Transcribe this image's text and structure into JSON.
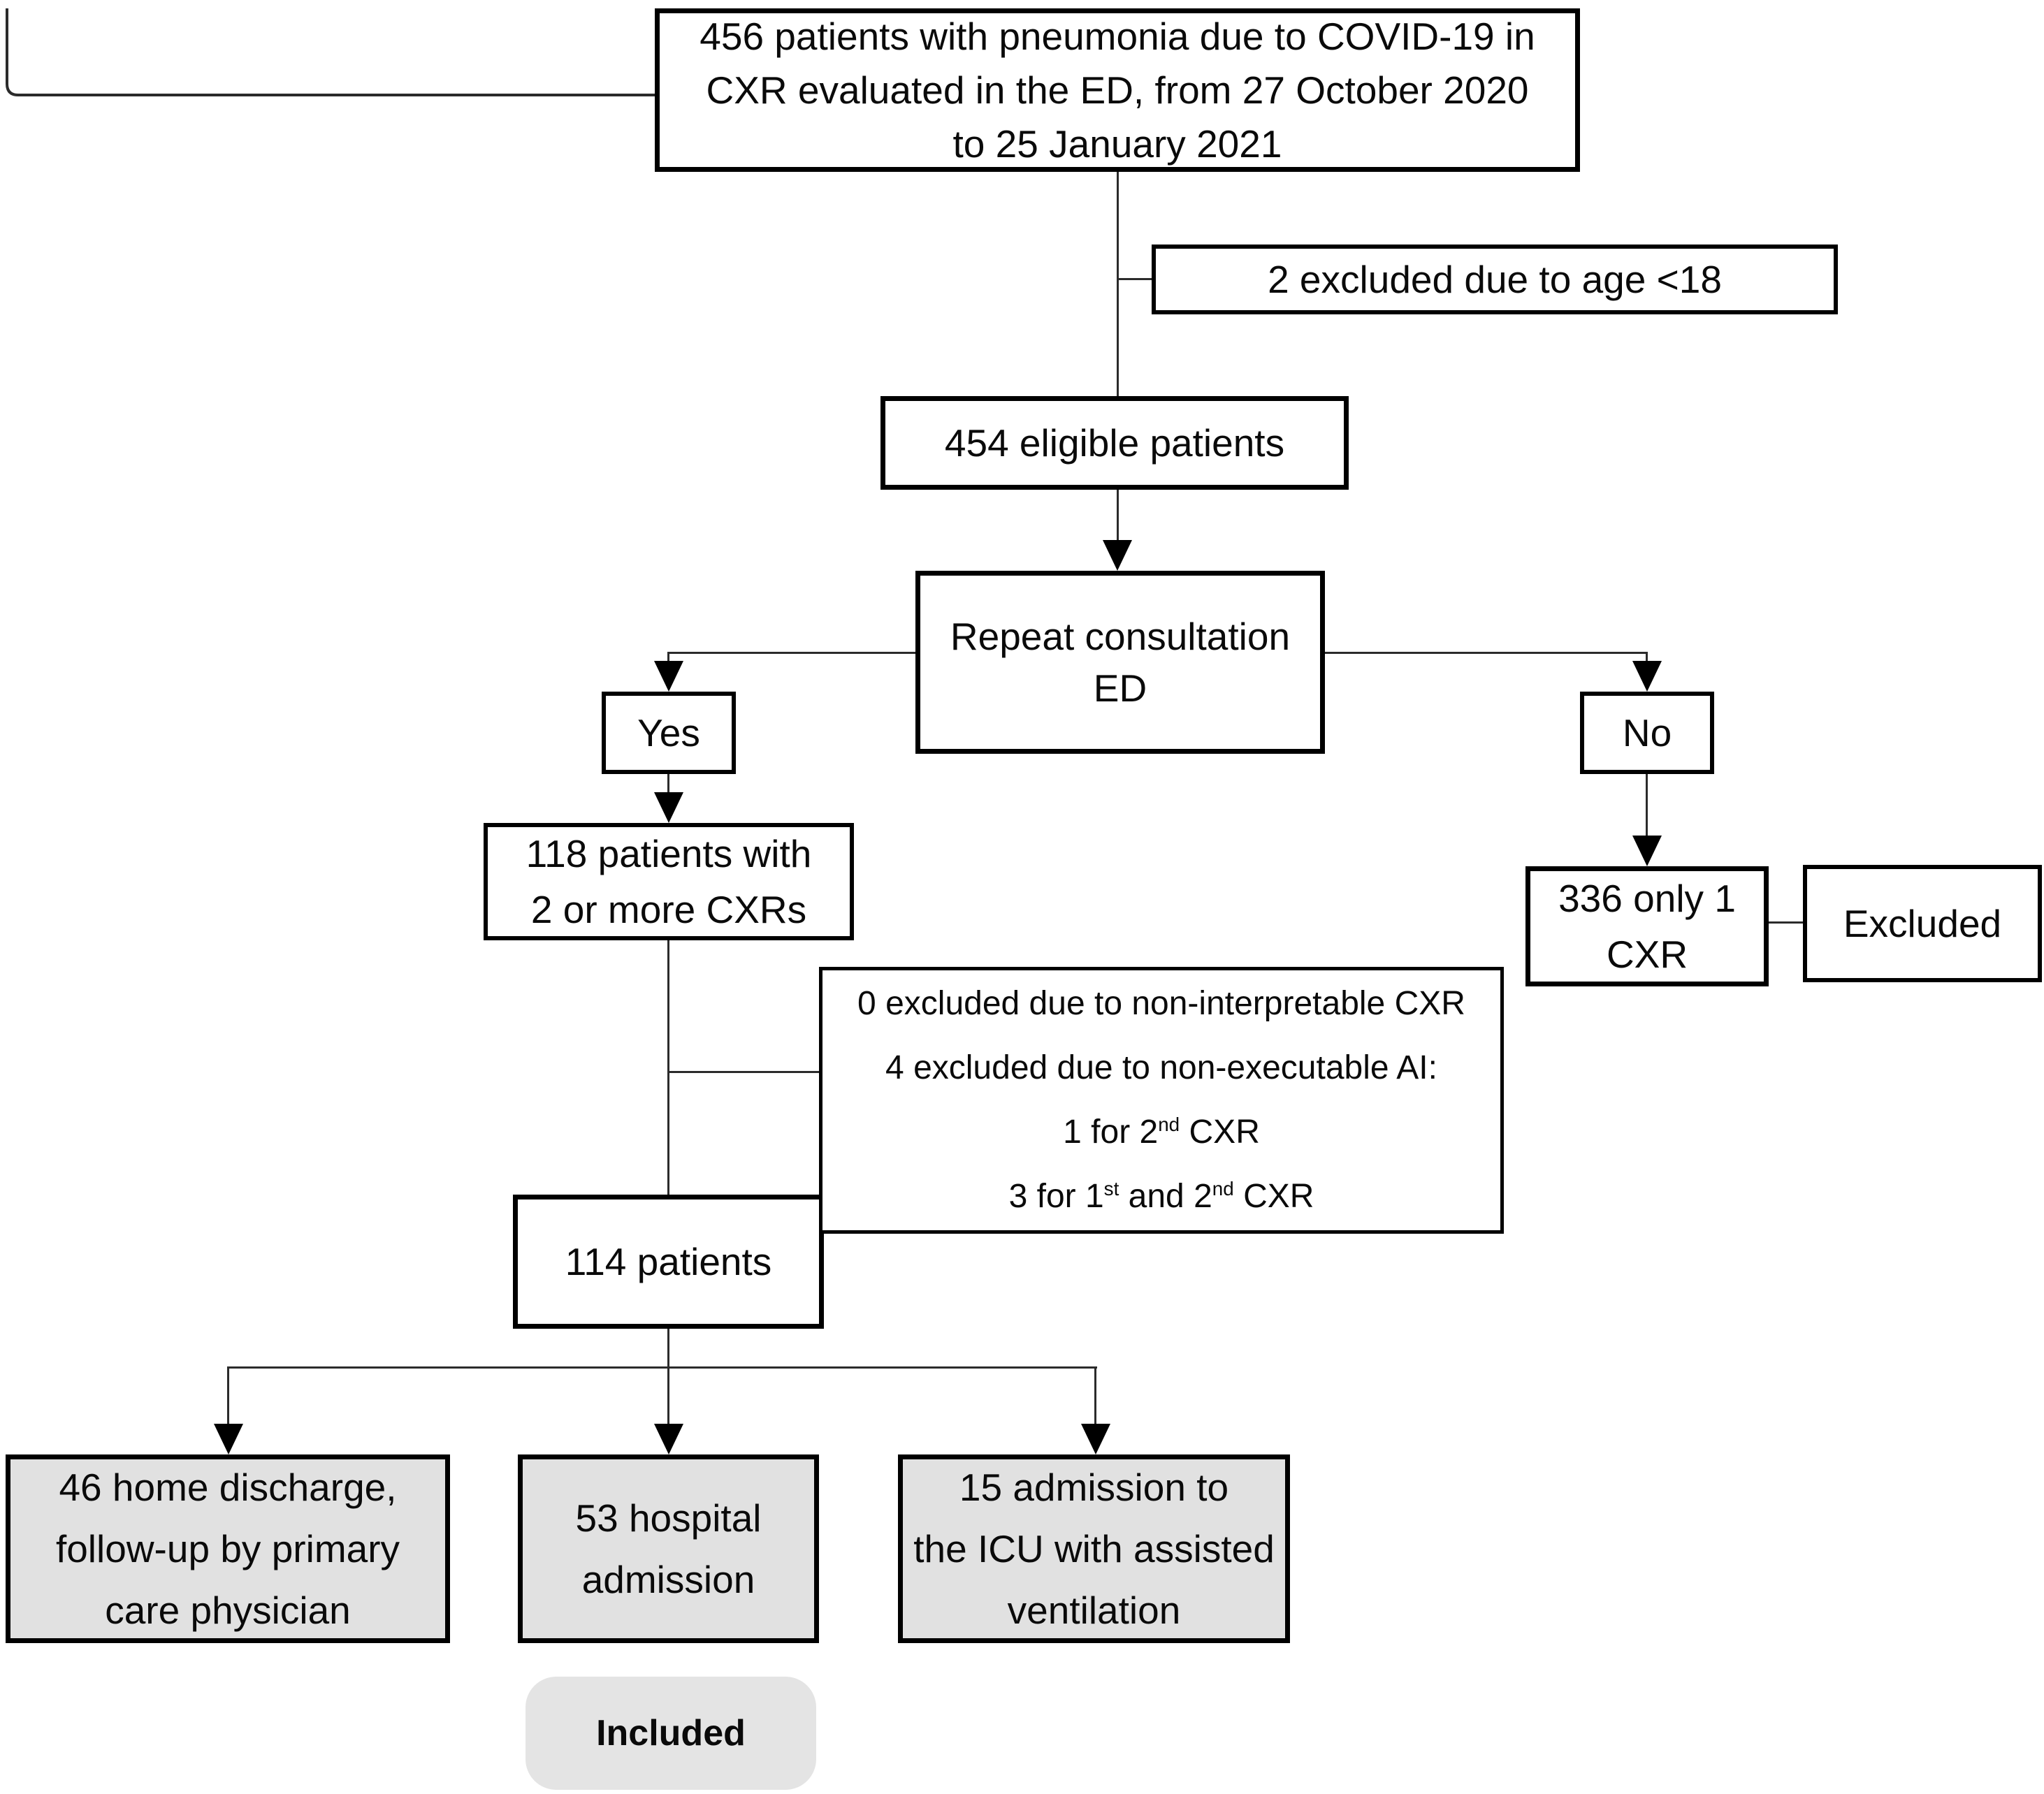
{
  "figure": {
    "colors": {
      "box_border": "#000000",
      "box_fill": "#ffffff",
      "outcome_fill": "#e1e1e1",
      "included_fill": "#e4e4e4",
      "connector": "#2b2b2b",
      "text": "#0a0a0a"
    },
    "boxes": {
      "initial": {
        "lines": [
          "456 patients with pneumonia due to COVID-19 in",
          "CXR evaluated in the ED, from 27 October 2020",
          "to 25 January 2021"
        ]
      },
      "excluded_age": {
        "text": "2 excluded due to age <18"
      },
      "eligible": {
        "text": "454 eligible patients"
      },
      "repeat_consultation": {
        "text": "Repeat consultation ED"
      },
      "yes": {
        "text": "Yes"
      },
      "no": {
        "text": "No"
      },
      "two_or_more_cxrs": {
        "lines": [
          "118 patients with",
          "2 or more CXRs"
        ]
      },
      "only_one_cxr": {
        "lines": [
          "336 only 1",
          "CXR"
        ]
      },
      "excluded": {
        "text": "Excluded"
      },
      "exclusion_reasons": {
        "line1": "0 excluded due to non-interpretable CXR",
        "line2": "4 excluded due to non-executable AI:",
        "line3": [
          {
            "text": "1 for 2"
          },
          {
            "text": "nd",
            "sup": true
          },
          {
            "text": " CXR"
          }
        ],
        "line4": [
          {
            "text": "3 for 1"
          },
          {
            "text": "st",
            "sup": true
          },
          {
            "text": " and 2"
          },
          {
            "text": "nd",
            "sup": true
          },
          {
            "text": " CXR"
          }
        ]
      },
      "patients_114": {
        "text": "114 patients"
      },
      "home_discharge": {
        "lines": [
          "46 home discharge,",
          "follow-up by primary",
          "care physician"
        ]
      },
      "hospital_admission": {
        "lines": [
          "53 hospital",
          "admission"
        ]
      },
      "icu_admission": {
        "lines": [
          "15 admission to",
          "the ICU with assisted",
          "ventilation"
        ]
      },
      "included": {
        "text": "Included"
      }
    }
  }
}
